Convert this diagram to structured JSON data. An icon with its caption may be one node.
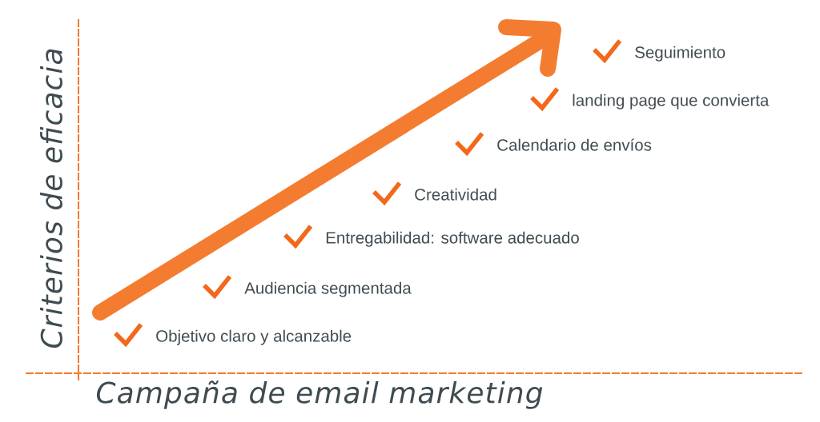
{
  "diagram": {
    "labels": [
      "Criterios de eficacia",
      "Seguimiento",
      "landing page que convierta",
      "Calendario de envíos",
      "Creatividad",
      "Entregabilidad: software adecuado",
      "Audiencia segmentada",
      "Objetivo claro y alcanzable",
      "Campaña de email marketing"
    ]
  }
}
